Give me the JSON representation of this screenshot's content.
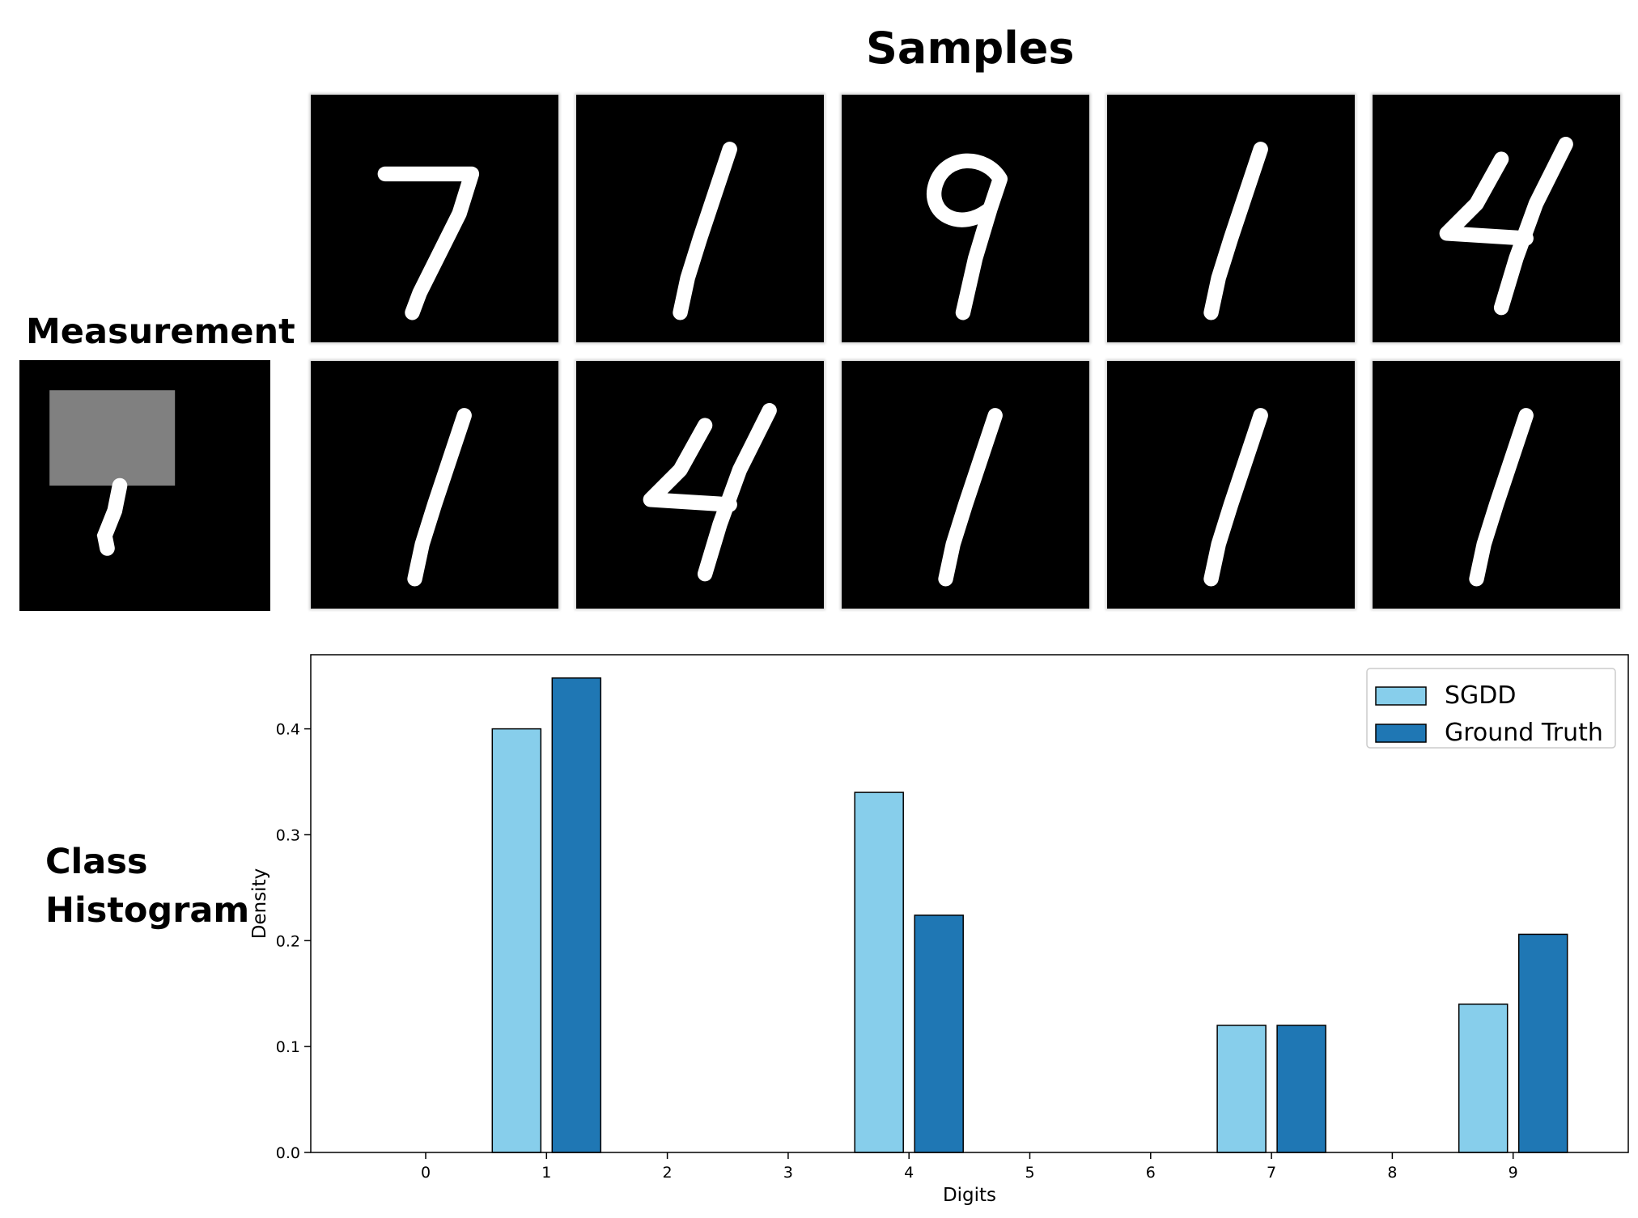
{
  "figure": {
    "samples_title": "Samples",
    "measurement_title": "Measurement",
    "histogram_title_line1": "Class",
    "histogram_title_line2": "Histogram"
  },
  "samples": {
    "row1": [
      "7",
      "1",
      "9",
      "1",
      "4"
    ],
    "row2": [
      "1",
      "4",
      "1",
      "1",
      "1"
    ]
  },
  "colors": {
    "sgdd": "#87CEEB",
    "ground_truth": "#1F77B4",
    "bar_edge": "#000000",
    "tile_background": "#000000",
    "digit": "#ffffff",
    "mask": "#808080"
  },
  "chart_data": {
    "type": "bar",
    "categories": [
      "0",
      "1",
      "2",
      "3",
      "4",
      "5",
      "6",
      "7",
      "8",
      "9"
    ],
    "series": [
      {
        "name": "SGDD",
        "values": [
          0,
          0.4,
          0,
          0,
          0.34,
          0,
          0,
          0.12,
          0,
          0.14
        ]
      },
      {
        "name": "Ground Truth",
        "values": [
          0,
          0.448,
          0,
          0,
          0.224,
          0,
          0,
          0.12,
          0,
          0.206
        ]
      }
    ],
    "title": "",
    "xlabel": "Digits",
    "ylabel": "Density",
    "ylim": [
      0,
      0.47
    ],
    "yticks": [
      0.0,
      0.1,
      0.2,
      0.3,
      0.4
    ],
    "grid": false,
    "legend": "top-right"
  }
}
